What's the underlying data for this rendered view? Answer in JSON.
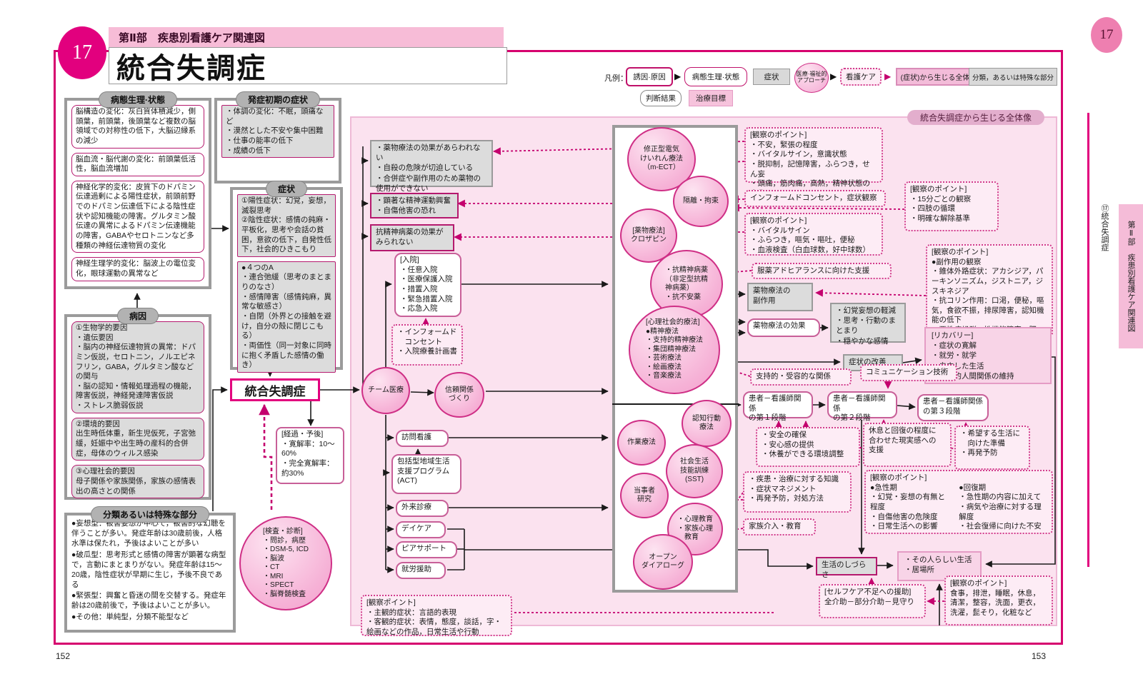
{
  "page": {
    "chapter_no": "17",
    "part_title": "第Ⅱ部　疾患別看護ケア関連図",
    "title": "統合失調症",
    "corner_no": "17",
    "side_label": "⑰統合失調症",
    "side_tab": "第Ⅱ部　疾患別看護ケア関連図",
    "region_label": "統合失調症から生じる全体像",
    "page_left": "152",
    "page_right": "153"
  },
  "icons": {
    "arrow_right": "▶"
  },
  "legend": {
    "label": "凡例：",
    "trigger": "誘因·原因",
    "patho": "病態生理·状態",
    "symptom": "症状",
    "approach": "医療·福祉的\nアプローチ",
    "care": "看護ケア",
    "whole": "(症状)から生じる全体像",
    "classification": "分類，あるいは特殊な部分",
    "judgement": "判断結果",
    "goal": "治療目標"
  },
  "patho": {
    "header": "病態生理·状態",
    "items": [
      "脳構造の変化：灰白質体積減少，側頭葉，前頭葉，後頭葉など複数の脳領域での対称性の低下，大脳辺縁系の減少",
      "脳血流・脳代謝の変化：前頭葉低活性，脳血流増加",
      "神経化学的変化：皮質下のドパミン伝達過剰による陽性症状，前頭前野でのドパミン伝達低下による陰性症状や認知機能の障害。グルタミン酸伝達の異常によるドパミン伝達機能の障害，GABAやセロトニンなど多種類の神経伝達物質の変化",
      "神経生理学的変化：脳波上の電位変化，眼球運動の異常など"
    ]
  },
  "etiology": {
    "header": "病因",
    "items": [
      "①生物学的要因\n・遺伝要因\n・脳内の神経伝達物質の異常：ドパミン仮説，セロトニン，ノルエピネフリン，GABA，グルタミン酸などの関与\n・脳の認知・情報処理過程の機能，障害仮説，神経発達障害仮説\n・ストレス脆弱仮説",
      "②環境的要因\n出生時低体重，新生児仮死，子宮弛緩，妊娠中や出生時の産科的合併症，母体のウィルス感染",
      "③心理社会的要因\n母子関係や家族関係，家族の感情表出の高さとの関係"
    ]
  },
  "classification": {
    "header": "分類あるいは特殊な部分",
    "items": [
      "●妄想型：被害妄想が中心で，被害的な幻聴を伴うことが多い。発症年齢は30歳前後，人格水準は保たれ，予後はよいことが多い",
      "●破瓜型：思考形式と感情の障害が顕著な病型で，言動にまとまりがない。発症年齢は15～20歳，陰性症状が早期に生じ，予後不良である",
      "●緊張型：興奮と昏迷の間を交替する。発症年齢は20歳前後で，予後はよいことが多い。",
      "●その他：単純型，分類不能型など"
    ]
  },
  "early": {
    "header": "発症初期の症状",
    "text": "・体調の変化：不眠，頭痛など\n・漠然とした不安や集中困難\n・仕事の能率の低下\n・成績の低下"
  },
  "symptoms": {
    "header": "症状",
    "positive_negative": "①陽性症状：幻覚，妄想，滅裂思考\n②陰性症状：感情の鈍麻・平板化，思考や会話の貧困，意欲の低下，自発性低下，社会的ひきこもり",
    "four_a": "●４つのA\n・連合弛緩（思考のまとまりのなさ）\n・感情障害（感情鈍麻，異常な敏感さ）\n・自閉（外界との接触を避け，自分の殻に閉じこもる）\n・両価性（同一対象に同時に抱く矛盾した感情の働き）"
  },
  "center": {
    "disease": "統合失調症",
    "course": "[経過・予後]\n・寛解率：10～60%\n・完全寛解率：約30%",
    "exam": "[検査・診断]\n・問診，病歴\n・DSM-5, ICD\n・脳波\n・CT\n・MRI\n・SPECT\n・脳脊髄検査"
  },
  "flow": {
    "box_mect": "・薬物療法の効果があらわれない\n・自殺の危険が切迫している\n・合併症や副作用のため薬物の使用ができない",
    "box_excite": "・顕著な精神運動興奮\n・自傷他害の恐れ",
    "box_noeffect": "抗精神病薬の効果がみられない",
    "nyuin": "[入院]\n・任意入院\n・医療保護入院\n・措置入院\n・緊急措置入院\n・応急入院",
    "team": "チーム医療",
    "shinrai": "信頼関係\nづくり",
    "homon": "訪問看護",
    "act": "包括型地域生活\n支援プログラム\n(ACT)",
    "gairai": "外来診療",
    "daycare": "デイケア",
    "peer": "ピアサポート",
    "shuro": "就労援助"
  },
  "treat": {
    "mect": "修正型電気\nけいれん療法\n（m-ECT）",
    "kakuri": "隔離・拘束",
    "clozapine": "[薬物療法]\nクロザピン",
    "antipsychotics": "・抗精神病薬\n（非定型抗精\n神病薬）\n・抗不安薬",
    "psychosocial": "[心理社会的療法]\n●精神療法\n・支持的精神療法\n・集団精神療法\n・芸術療法\n・絵画療法\n・音楽療法",
    "cbt": "認知行動\n療法",
    "ot": "作業療法",
    "sst": "社会生活\n技能訓練\n(SST)",
    "tojisha": "当事者\n研究",
    "psychoed": "・心理教育\n・家族心理\n　教育",
    "opendialogue": "オープン\nダイアローグ"
  },
  "result": {
    "fukusayo": "薬物療法の\n副作用",
    "kouka": "薬物療法の効果",
    "kouka_effect": "・幻覚妄想の軽減\n・思考・行動のまとまり\n・穏やかな感情",
    "kaizen": "症状の改善",
    "recovery": "[リカバリー]\n・症状の寛解\n・就労・就学\n・自立した生活\n・社会的人間関係の維持",
    "rel1": "患者－看護師関係\nの第１段階",
    "rel2": "患者－看護師関係\nの第２段階",
    "rel3": "患者－看護師関係\nの第３段階",
    "seikatsu": "生活のしづらさ",
    "sonohito": "・その人らしい生活\n・居場所"
  },
  "care": {
    "obs_mect": "[観察のポイント]\n・不安，緊張の程度\n・バイタルサイン，意識状態\n・脱抑制，記憶障害，ふらつき，せん妄\n・頭痛，筋肉痛，高熱，精神状態の変化",
    "ic_obs": "インフォームドコンセント，症状観察",
    "obs_kakuri": "[観察のポイント]\n・15分ごとの観察\n・四肢の循環\n・明確な解除基準",
    "obs_clozapine": "[観察のポイント]\n・バイタルサイン\n・ふらつき，嘔気・嘔吐，便秘\n・血液検査（白血球数，好中球数）",
    "obs_side": "[観察のポイント]\n●副作用の観察\n・錐体外路症状：アカシジア，パーキンソニズム，ジストニア，ジスキネジア\n・抗コリン作用：口渇，便秘，嘔気，食欲不振，排尿障害，認知機能の低下\n・悪性症候群，性機能障害，肥満・糖尿病・脂質異常，多飲・水中毒",
    "adherence": "服薬アドヒアランスに向けた支援",
    "ic_plan": "・インフォームド\n　コンセント\n・入院療養計画書",
    "supportive": "支持的・受容的な関係",
    "commtech": "コミュニケーション技術",
    "safety": "・安全の確保\n・安心感の提供\n・休養ができる環境調整",
    "rest": "休息と回復の程度に\n合わせた現実感への\n支援",
    "hope": "・希望する生活に\n　向けた準備\n・再発予防",
    "obs_phase_header": "[観察のポイント]",
    "obs_acute": "●急性期\n・幻覚・妄想の有無と程度\n・自傷他害の危険度\n・日常生活への影響",
    "obs_recovery": "●回復期\n・急性期の内容に加えて\n・病気や治療に対する理解度\n・社会復帰に向けた不安",
    "knowledge": "・疾患・治療に対する知識\n・症状マネジメント\n・再発予防，対処方法",
    "family": "家族介入・教育",
    "selfcare": "[セルフケア不足への援助]\n全介助－部分介助－見守り",
    "obs_selfcare": "[観察のポイント]\n食事，排泄，睡眠，休息，清潔，整容，洗面，更衣，洗濯，髭そり，化粧など",
    "obs_sub": "[観察ポイント]\n・主観的症状：言語的表現\n・客観的症状：表情，態度，談話，字・絵画などの作品，日常生活や行動"
  }
}
